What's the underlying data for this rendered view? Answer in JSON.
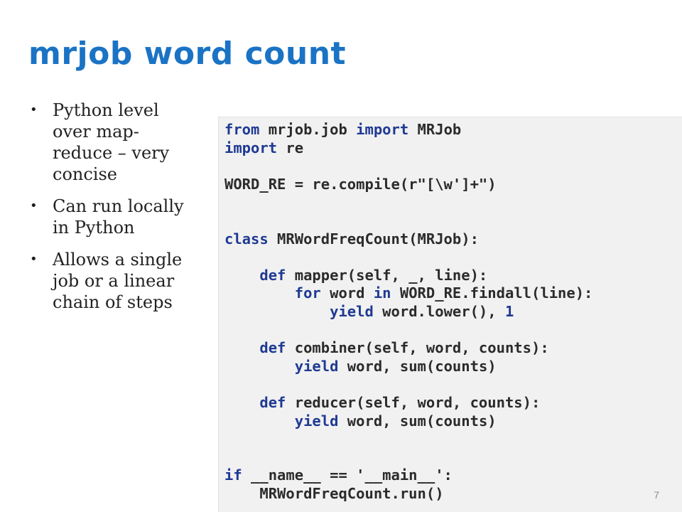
{
  "slide": {
    "title": "mrjob word count",
    "page_number": "7"
  },
  "bullets": [
    {
      "marker": "•",
      "text": "Python level over map-reduce – very concise"
    },
    {
      "marker": "•",
      "text": "Can run locally in Python"
    },
    {
      "marker": "•",
      "text": "Allows a single job or a linear chain of steps"
    }
  ],
  "code_lines": [
    [
      {
        "t": "from",
        "c": "kw"
      },
      {
        "t": " mrjob.job "
      },
      {
        "t": "import",
        "c": "kw"
      },
      {
        "t": " MRJob"
      }
    ],
    [
      {
        "t": "import",
        "c": "kw"
      },
      {
        "t": " re"
      }
    ],
    [],
    [
      {
        "t": "WORD_RE = re.compile(r\"[\\w']+\")"
      }
    ],
    [],
    [],
    [
      {
        "t": "class",
        "c": "kw"
      },
      {
        "t": " MRWordFreqCount(MRJob):"
      }
    ],
    [],
    [
      {
        "t": "    "
      },
      {
        "t": "def",
        "c": "kw"
      },
      {
        "t": " mapper(self, _, line):"
      }
    ],
    [
      {
        "t": "        "
      },
      {
        "t": "for",
        "c": "kw"
      },
      {
        "t": " word "
      },
      {
        "t": "in",
        "c": "kw"
      },
      {
        "t": " WORD_RE.findall(line):"
      }
    ],
    [
      {
        "t": "            "
      },
      {
        "t": "yield",
        "c": "kw"
      },
      {
        "t": " word.lower(), "
      },
      {
        "t": "1",
        "c": "num"
      }
    ],
    [],
    [
      {
        "t": "    "
      },
      {
        "t": "def",
        "c": "kw"
      },
      {
        "t": " combiner(self, word, counts):"
      }
    ],
    [
      {
        "t": "        "
      },
      {
        "t": "yield",
        "c": "kw"
      },
      {
        "t": " word, sum(counts)"
      }
    ],
    [],
    [
      {
        "t": "    "
      },
      {
        "t": "def",
        "c": "kw"
      },
      {
        "t": " reducer(self, word, counts):"
      }
    ],
    [
      {
        "t": "        "
      },
      {
        "t": "yield",
        "c": "kw"
      },
      {
        "t": " word, sum(counts)"
      }
    ],
    [],
    [],
    [
      {
        "t": "if",
        "c": "kw"
      },
      {
        "t": " __name__ == '__main__':"
      }
    ],
    [
      {
        "t": "    MRWordFreqCount.run()"
      }
    ]
  ]
}
